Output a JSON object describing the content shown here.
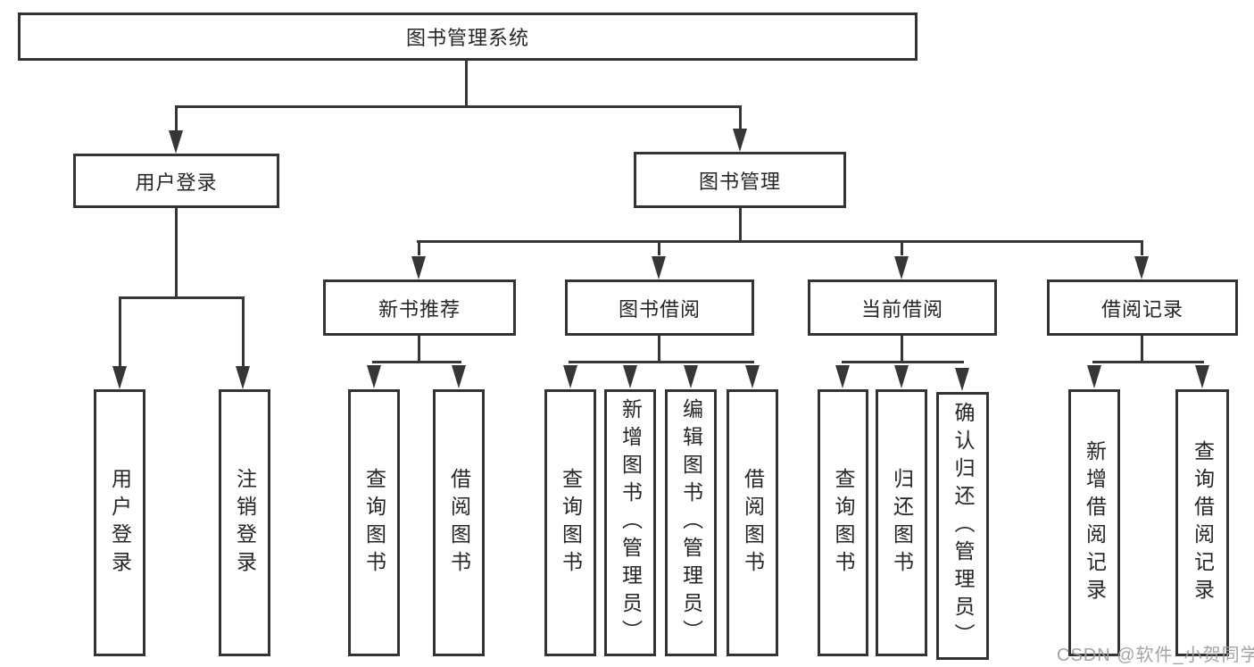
{
  "root": {
    "label": "图书管理系统"
  },
  "level1": {
    "user_login": {
      "label": "用户登录"
    },
    "book_management": {
      "label": "图书管理"
    }
  },
  "user_login_children": {
    "login": {
      "label": "用户登录"
    },
    "logout": {
      "label": "注销登录"
    }
  },
  "level2": {
    "new_book_recommend": {
      "label": "新书推荐"
    },
    "book_borrow": {
      "label": "图书借阅"
    },
    "current_borrow": {
      "label": "当前借阅"
    },
    "borrow_records": {
      "label": "借阅记录"
    }
  },
  "new_book_children": {
    "query_books": {
      "label": "查询图书"
    },
    "borrow_books": {
      "label": "借阅图书"
    }
  },
  "book_borrow_children": {
    "query_books": {
      "label": "查询图书"
    },
    "add_books": {
      "label": "新增图书（管理员）"
    },
    "edit_books": {
      "label": "编辑图书（管理员）"
    },
    "borrow_books": {
      "label": "借阅图书"
    }
  },
  "current_borrow_children": {
    "query_books": {
      "label": "查询图书"
    },
    "return_books": {
      "label": "归还图书"
    },
    "confirm_return": {
      "label": "确认归还（管理员）"
    }
  },
  "borrow_records_children": {
    "add_record": {
      "label": "新增借阅记录"
    },
    "query_record": {
      "label": "查询借阅记录"
    }
  },
  "watermark": "CSDN @软件_小贺同学",
  "colors": {
    "line": "#363636",
    "border": "#333333",
    "text": "#262626",
    "watermark": "#9e9e9e",
    "background": "#ffffff"
  }
}
